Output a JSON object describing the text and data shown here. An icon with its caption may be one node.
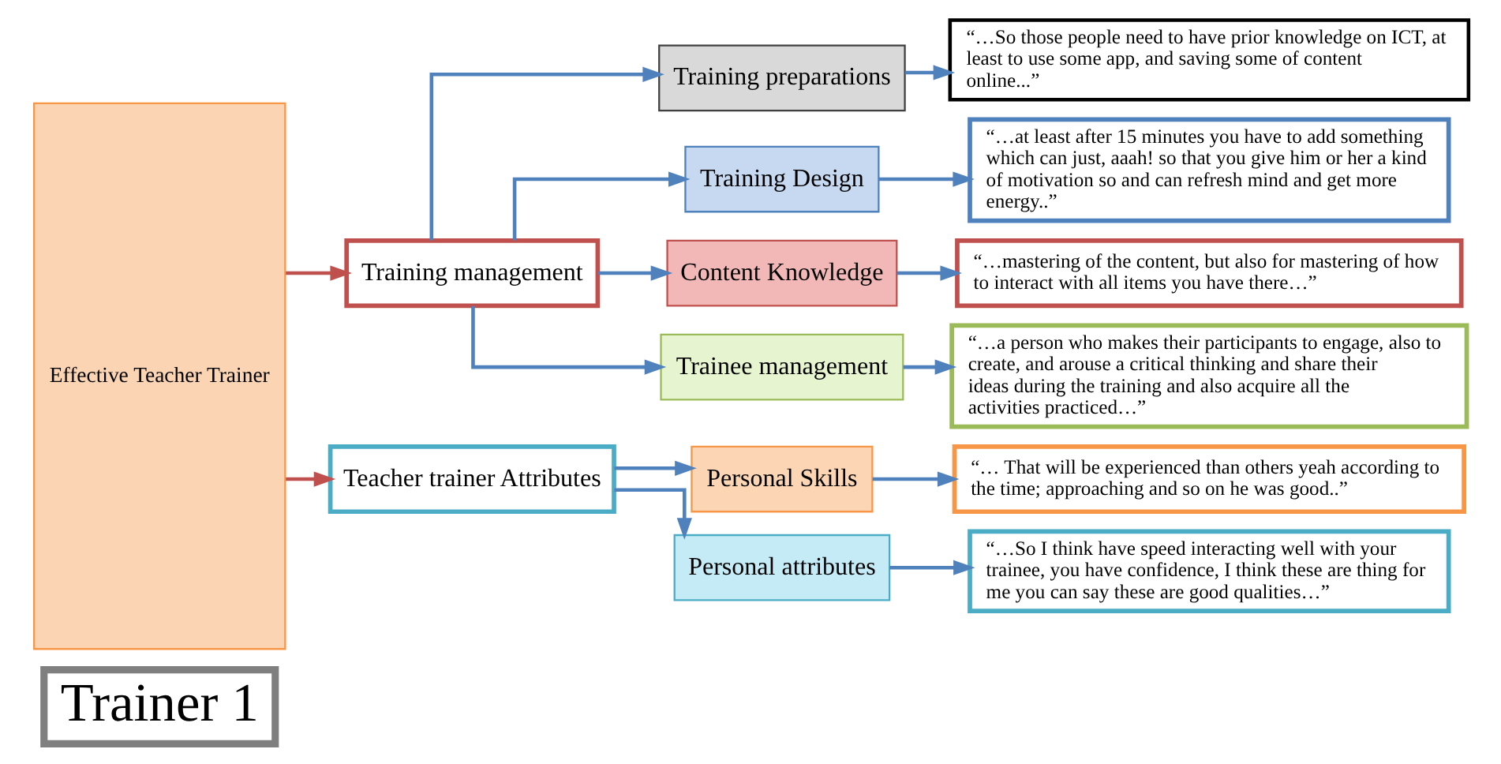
{
  "diagram": {
    "nodes": [
      {
        "text": [
          "Trainer 1"
        ]
      },
      {
        "text": [
          "Effective Teacher Trainer"
        ]
      },
      {
        "text": [
          "Training management"
        ]
      },
      {
        "text": [
          "Teacher trainer Attributes"
        ]
      },
      {
        "text": [
          "Training preparations"
        ]
      },
      {
        "text": [
          "Training Design"
        ]
      },
      {
        "text": [
          "Content Knowledge"
        ]
      },
      {
        "text": [
          "Trainee management"
        ]
      },
      {
        "text": [
          "Personal Skills"
        ]
      },
      {
        "text": [
          "Personal attributes"
        ]
      },
      {
        "text": [
          "“…So those people need to have prior knowledge on ICT, at least to use some app, and saving some of content online...”"
        ]
      },
      {
        "text": [
          "“…at least after 15 minutes you have to add something which can just, aaah! so that you give him or her a kind of motivation so and can refresh mind and get more energy..”"
        ]
      },
      {
        "text": [
          "“…mastering of the content, but also for mastering of how to interact with all items you have there…”"
        ]
      },
      {
        "text": [
          "“…a person who makes their participants to engage, also to create, and arouse a critical thinking and share their ideas during the training and also acquire all the activities practiced…”"
        ]
      },
      {
        "text": [
          "“… That will be experienced than others yeah according to the time; approaching and so on he was good..”"
        ]
      },
      {
        "text": [
          "“…So I think have speed interacting well with your trainee, you have confidence, I think these are thing for me you can say these are good qualities…”"
        ]
      }
    ],
    "edges": [
      {
        "from": 1,
        "to": 2,
        "arrow": "to",
        "color": "#c0504d"
      },
      {
        "from": 1,
        "to": 3,
        "arrow": "to",
        "color": "#c0504d"
      },
      {
        "from": 2,
        "to": 4,
        "arrow": "to"
      },
      {
        "from": 2,
        "to": 5,
        "arrow": "to"
      },
      {
        "from": 2,
        "to": 6,
        "arrow": "to"
      },
      {
        "from": 2,
        "to": 7,
        "arrow": "to"
      },
      {
        "from": 3,
        "to": 8,
        "arrow": "to"
      },
      {
        "from": 3,
        "to": 9,
        "arrow": "to"
      },
      {
        "from": 4,
        "to": 10,
        "arrow": "to"
      },
      {
        "from": 5,
        "to": 11,
        "arrow": "to"
      },
      {
        "from": 6,
        "to": 12,
        "arrow": "to"
      },
      {
        "from": 7,
        "to": 13,
        "arrow": "to"
      },
      {
        "from": 8,
        "to": 14,
        "arrow": "to"
      },
      {
        "from": 9,
        "to": 15,
        "arrow": "to"
      }
    ]
  }
}
